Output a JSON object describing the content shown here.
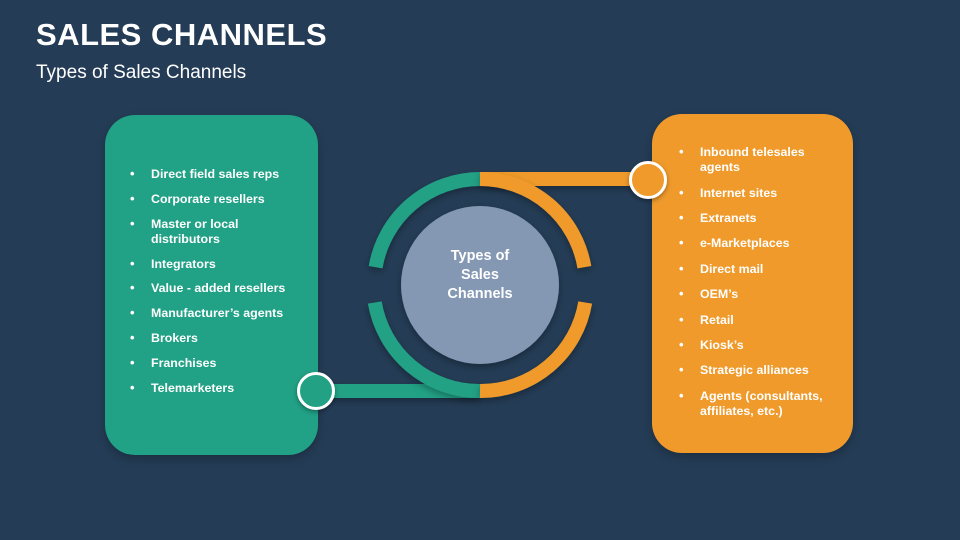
{
  "header": {
    "title": "SALES CHANNELS",
    "subtitle": "Types of Sales Channels"
  },
  "colors": {
    "background": "#243c55",
    "green": "#21a185",
    "orange": "#ef9a2b",
    "center_circle": "#8498b4",
    "text": "#ffffff",
    "node_ring": "#ffffff"
  },
  "center": {
    "line1": "Types of",
    "line2": "Sales",
    "line3": "Channels"
  },
  "left_panel": {
    "accent": "#21a185",
    "items": [
      "Direct field sales reps",
      "Corporate resellers",
      "Master or local distributors",
      "Integrators",
      "Value - added resellers",
      "Manufacturer’s agents",
      "Brokers",
      "Franchises",
      "Telemarketers"
    ]
  },
  "right_panel": {
    "accent": "#ef9a2b",
    "items": [
      "Inbound telesales agents",
      "Internet sites",
      "Extranets",
      "e-Marketplaces",
      "Direct mail",
      "OEM’s",
      "Retail",
      "Kiosk’s",
      "Strategic alliances",
      "Agents (consultants, affiliates, etc.)"
    ]
  }
}
